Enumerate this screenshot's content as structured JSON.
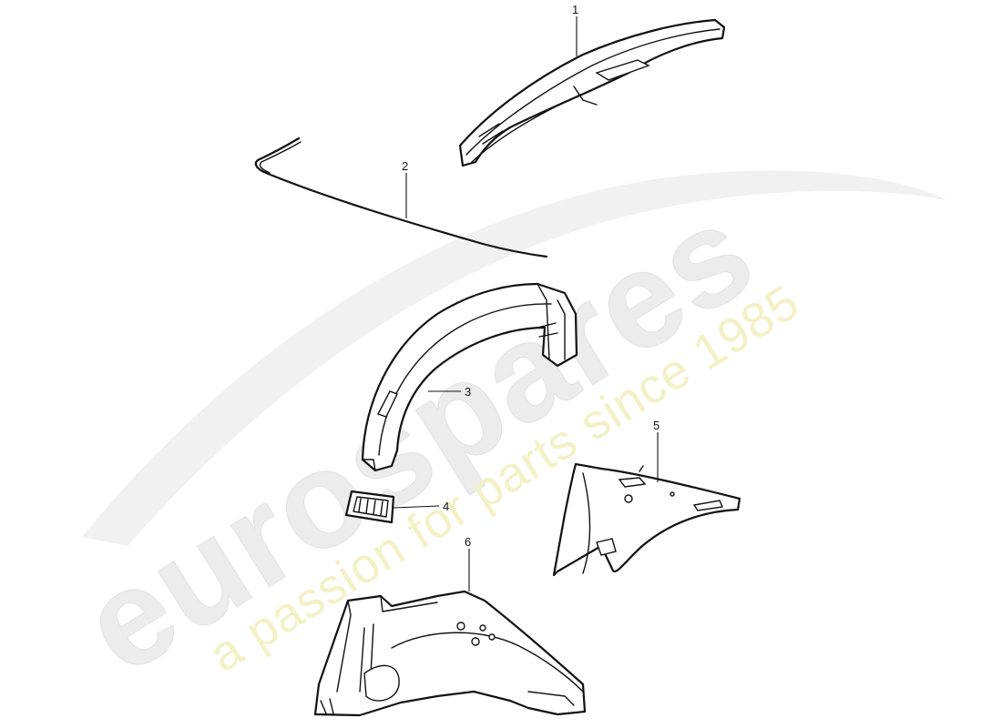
{
  "watermark": {
    "logo_text": "eurospares",
    "tagline": "a passion for parts since 1985"
  },
  "callouts": [
    {
      "id": "1",
      "label": "1"
    },
    {
      "id": "2",
      "label": "2"
    },
    {
      "id": "3",
      "label": "3"
    },
    {
      "id": "4",
      "label": "4"
    },
    {
      "id": "5",
      "label": "5"
    },
    {
      "id": "6",
      "label": "6"
    }
  ],
  "colors": {
    "line": "#111111",
    "background": "#ffffff",
    "watermark_grey": "#ececec",
    "watermark_yellow": "#f3f1c6"
  }
}
